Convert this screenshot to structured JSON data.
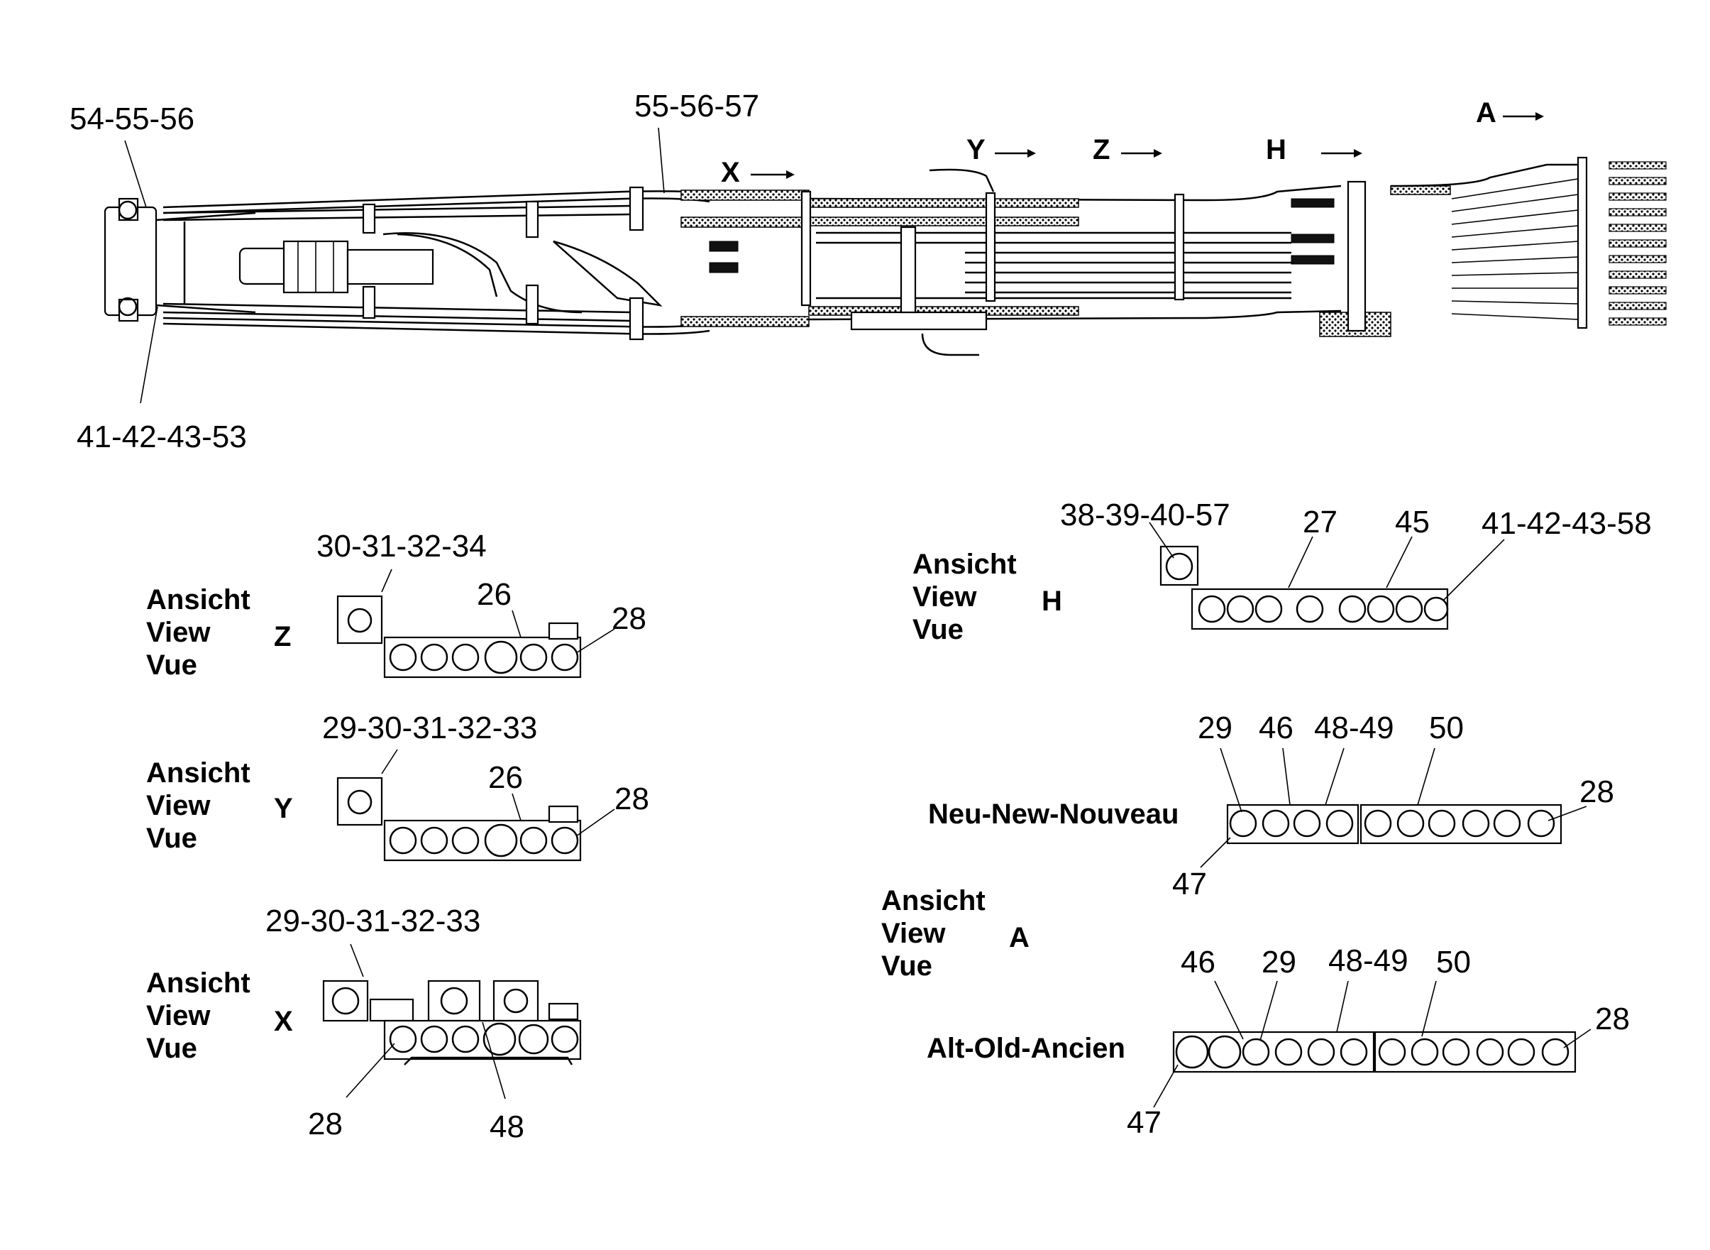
{
  "main_view": {
    "callouts": {
      "top_left": "54-55-56",
      "bottom_left": "41-42-43-53",
      "top_middle": "55-56-57"
    },
    "section_markers": {
      "x": "X",
      "y": "Y",
      "z": "Z",
      "h": "H",
      "a": "A"
    }
  },
  "view_z": {
    "heading": [
      "Ansicht",
      "View",
      "Vue"
    ],
    "letter": "Z",
    "callouts": {
      "top": "30-31-32-34",
      "middle": "26",
      "right": "28"
    }
  },
  "view_y": {
    "heading": [
      "Ansicht",
      "View",
      "Vue"
    ],
    "letter": "Y",
    "callouts": {
      "top": "29-30-31-32-33",
      "middle": "26",
      "right": "28"
    }
  },
  "view_x": {
    "heading": [
      "Ansicht",
      "View",
      "Vue"
    ],
    "letter": "X",
    "callouts": {
      "top": "29-30-31-32-33",
      "bottom_left": "28",
      "bottom_right": "48"
    }
  },
  "view_h": {
    "heading": [
      "Ansicht",
      "View",
      "Vue"
    ],
    "letter": "H",
    "callouts": {
      "left": "38-39-40-57",
      "middle": "27",
      "middle_right": "45",
      "right": "41-42-43-58"
    }
  },
  "view_a": {
    "heading": [
      "Ansicht",
      "View",
      "Vue"
    ],
    "letter": "A",
    "new_label": "Neu-New-Nouveau",
    "old_label": "Alt-Old-Ancien",
    "new_callouts": {
      "c29": "29",
      "c46": "46",
      "c48_49": "48-49",
      "c50": "50",
      "c28": "28",
      "c47": "47"
    },
    "old_callouts": {
      "c46": "46",
      "c29": "29",
      "c48_49": "48-49",
      "c50": "50",
      "c28": "28",
      "c47": "47"
    }
  }
}
